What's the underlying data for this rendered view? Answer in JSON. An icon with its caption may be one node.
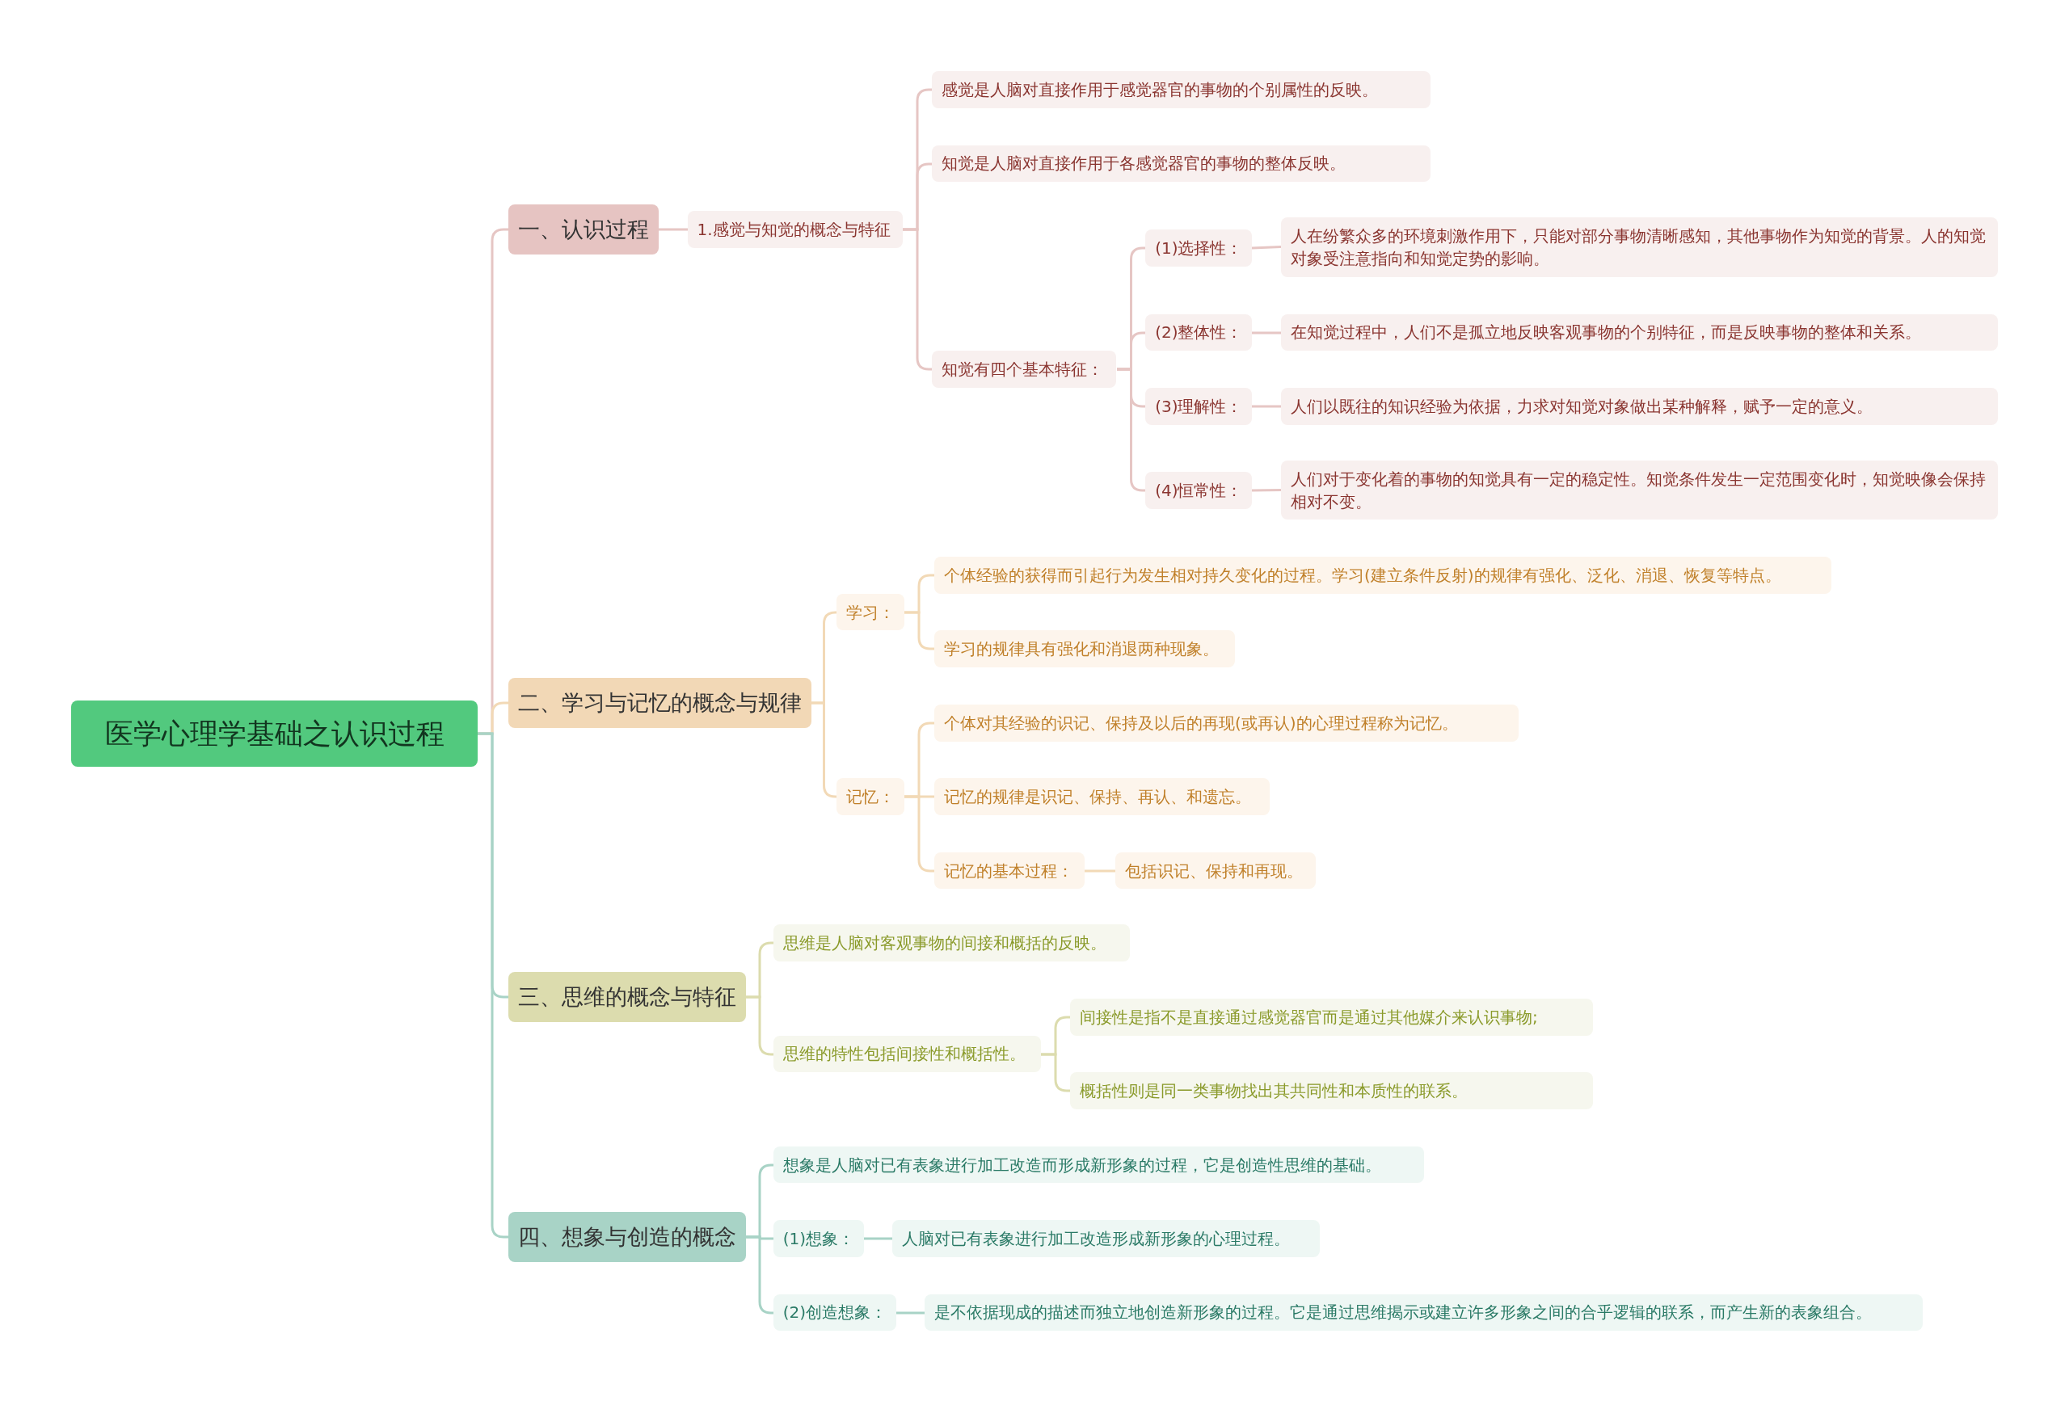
{
  "diagram": {
    "nodes": [
      {
        "text": [
          "医学心理学基础之认识过程"
        ]
      },
      {
        "text": [
          "一、认识过程"
        ]
      },
      {
        "text": [
          "1.感觉与知觉的概念与特征"
        ]
      },
      {
        "text": [
          "感觉是人脑对直接作用于感觉器官的事物的个别属性的反映。"
        ]
      },
      {
        "text": [
          "知觉是人脑对直接作用于各感觉器官的事物的整体反映。"
        ]
      },
      {
        "text": [
          "知觉有四个基本特征："
        ]
      },
      {
        "text": [
          "(1)选择性："
        ]
      },
      {
        "text": [
          "人在纷繁众多的环境刺激作用下，只能对部分事物清晰感知，其他事物作为知觉的背景。人的知觉对象受注意指向和知觉定势的影响。"
        ]
      },
      {
        "text": [
          "(2)整体性："
        ]
      },
      {
        "text": [
          "在知觉过程中，人们不是孤立地反映客观事物的个别特征，而是反映事物的整体和关系。"
        ]
      },
      {
        "text": [
          "(3)理解性："
        ]
      },
      {
        "text": [
          "人们以既往的知识经验为依据，力求对知觉对象做出某种解释，赋予一定的意义。"
        ]
      },
      {
        "text": [
          "(4)恒常性："
        ]
      },
      {
        "text": [
          "人们对于变化着的事物的知觉具有一定的稳定性。知觉条件发生一定范围变化时，知觉映像会保持相对不变。"
        ]
      },
      {
        "text": [
          "二、学习与记忆的概念与规律"
        ]
      },
      {
        "text": [
          "学习："
        ]
      },
      {
        "text": [
          "个体经验的获得而引起行为发生相对持久变化的过程。学习(建立条件反射)的规律有强化、泛化、消退、恢复等特点。"
        ]
      },
      {
        "text": [
          "学习的规律具有强化和消退两种现象。"
        ]
      },
      {
        "text": [
          "记忆："
        ]
      },
      {
        "text": [
          "个体对其经验的识记、保持及以后的再现(或再认)的心理过程称为记忆。"
        ]
      },
      {
        "text": [
          "记忆的规律是识记、保持、再认、和遗忘。"
        ]
      },
      {
        "text": [
          "记忆的基本过程："
        ]
      },
      {
        "text": [
          "包括识记、保持和再现。"
        ]
      },
      {
        "text": [
          "三、思维的概念与特征"
        ]
      },
      {
        "text": [
          "思维是人脑对客观事物的间接和概括的反映。"
        ]
      },
      {
        "text": [
          "思维的特性包括间接性和概括性。"
        ]
      },
      {
        "text": [
          "间接性是指不是直接通过感觉器官而是通过其他媒介来认识事物;"
        ]
      },
      {
        "text": [
          "概括性则是同一类事物找出其共同性和本质性的联系。"
        ]
      },
      {
        "text": [
          "四、想象与创造的概念"
        ]
      },
      {
        "text": [
          "想象是人脑对已有表象进行加工改造而形成新形象的过程，它是创造性思维的基础。"
        ]
      },
      {
        "text": [
          "(1)想象："
        ]
      },
      {
        "text": [
          "人脑对已有表象进行加工改造形成新形象的心理过程。"
        ]
      },
      {
        "text": [
          "(2)创造想象："
        ]
      },
      {
        "text": [
          "是不依据现成的描述而独立地创造新形象的过程。它是通过思维揭示或建立许多形象之间的合乎逻辑的联系，而产生新的表象组合。"
        ]
      }
    ],
    "edges": [
      {
        "from": 0,
        "to": 1,
        "arrow": "none",
        "color": "#e6c6c4"
      },
      {
        "from": 1,
        "to": 2,
        "arrow": "none",
        "color": "#e6c6c4"
      },
      {
        "from": 2,
        "to": 3,
        "arrow": "none",
        "color": "#e6c6c4"
      },
      {
        "from": 2,
        "to": 4,
        "arrow": "none",
        "color": "#e6c6c4"
      },
      {
        "from": 2,
        "to": 5,
        "arrow": "none",
        "color": "#e6c6c4"
      },
      {
        "from": 5,
        "to": 6,
        "arrow": "none",
        "color": "#e6c6c4"
      },
      {
        "from": 6,
        "to": 7,
        "arrow": "none",
        "color": "#e6c6c4"
      },
      {
        "from": 5,
        "to": 8,
        "arrow": "none",
        "color": "#e6c6c4"
      },
      {
        "from": 8,
        "to": 9,
        "arrow": "none",
        "color": "#e6c6c4"
      },
      {
        "from": 5,
        "to": 10,
        "arrow": "none",
        "color": "#e6c6c4"
      },
      {
        "from": 10,
        "to": 11,
        "arrow": "none",
        "color": "#e6c6c4"
      },
      {
        "from": 5,
        "to": 12,
        "arrow": "none",
        "color": "#e6c6c4"
      },
      {
        "from": 12,
        "to": 13,
        "arrow": "none",
        "color": "#e6c6c4"
      },
      {
        "from": 0,
        "to": 14,
        "arrow": "none",
        "color": "#f2d9b6"
      },
      {
        "from": 14,
        "to": 15,
        "arrow": "none",
        "color": "#f2d9b6"
      },
      {
        "from": 15,
        "to": 16,
        "arrow": "none",
        "color": "#f2d9b6"
      },
      {
        "from": 15,
        "to": 17,
        "arrow": "none",
        "color": "#f2d9b6"
      },
      {
        "from": 14,
        "to": 18,
        "arrow": "none",
        "color": "#f2d9b6"
      },
      {
        "from": 18,
        "to": 19,
        "arrow": "none",
        "color": "#f2d9b6"
      },
      {
        "from": 18,
        "to": 20,
        "arrow": "none",
        "color": "#f2d9b6"
      },
      {
        "from": 18,
        "to": 21,
        "arrow": "none",
        "color": "#f2d9b6"
      },
      {
        "from": 21,
        "to": 22,
        "arrow": "none",
        "color": "#f2d9b6"
      },
      {
        "from": 0,
        "to": 23,
        "arrow": "none",
        "color": "#a8d3c6"
      },
      {
        "from": 23,
        "to": 24,
        "arrow": "none",
        "color": "#dcdcae"
      },
      {
        "from": 23,
        "to": 25,
        "arrow": "none",
        "color": "#dcdcae"
      },
      {
        "from": 25,
        "to": 26,
        "arrow": "none",
        "color": "#dcdcae"
      },
      {
        "from": 25,
        "to": 27,
        "arrow": "none",
        "color": "#dcdcae"
      },
      {
        "from": 0,
        "to": 28,
        "arrow": "none",
        "color": "#a8d3c6"
      },
      {
        "from": 28,
        "to": 29,
        "arrow": "none",
        "color": "#a8d3c6"
      },
      {
        "from": 28,
        "to": 30,
        "arrow": "none",
        "color": "#a8d3c6"
      },
      {
        "from": 30,
        "to": 31,
        "arrow": "none",
        "color": "#a8d3c6"
      },
      {
        "from": 28,
        "to": 32,
        "arrow": "none",
        "color": "#a8d3c6"
      },
      {
        "from": 32,
        "to": 33,
        "arrow": "none",
        "color": "#a8d3c6"
      }
    ]
  }
}
